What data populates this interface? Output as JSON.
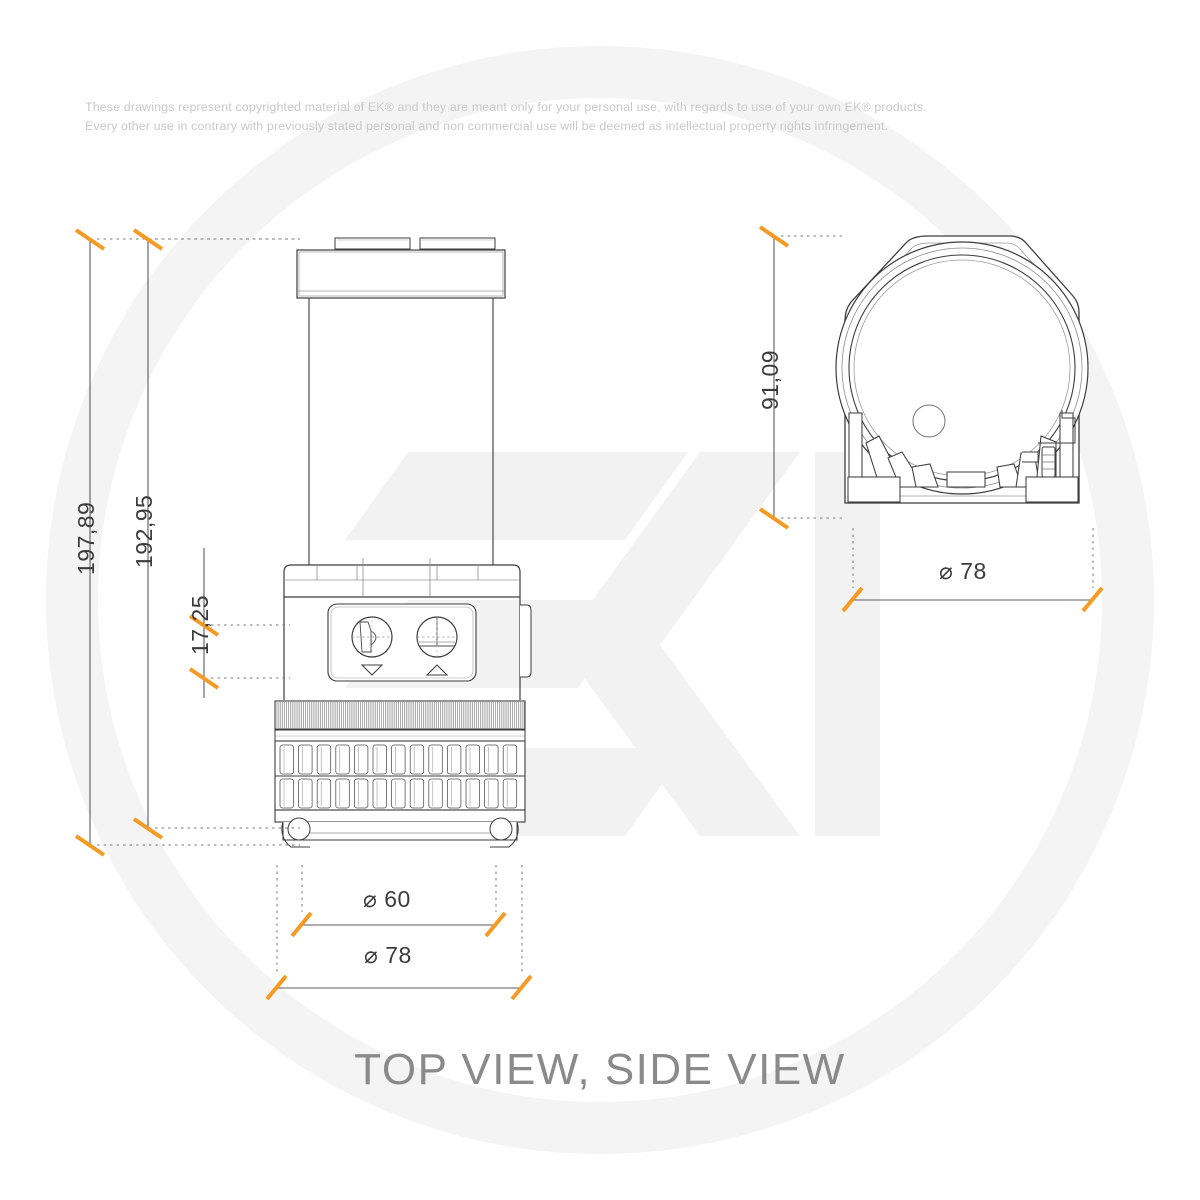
{
  "document": {
    "title": "TOP VIEW, SIDE VIEW",
    "disclaimer_line1": "These drawings represent copyrighted material of EK® and they are meant only for your personal use, with regards to use of  your own EK® products.",
    "disclaimer_line2": "Every other use in contrary with previously stated personal and non commercial use will be deemed as intellectual property rights infringement.",
    "watermark": "EK"
  },
  "colors": {
    "background": "#ffffff",
    "line": "#3d3d3d",
    "thin_line": "#6e6e6e",
    "dimension_tick": "#f59a23",
    "dimension_text": "#3b3b3b",
    "disclaimer_text": "#c9c9c9",
    "title_text": "#8a8a8a",
    "watermark": "#f2f2f2"
  },
  "dimensions": {
    "side_view": [
      {
        "name": "overall-height",
        "value": "197,89",
        "orientation": "vertical"
      },
      {
        "name": "body-height",
        "value": "192,95",
        "orientation": "vertical"
      },
      {
        "name": "port-spacing",
        "value": "17,25",
        "orientation": "vertical"
      },
      {
        "name": "inner-diameter",
        "value": "⌀ 60",
        "orientation": "horizontal"
      },
      {
        "name": "outer-diameter",
        "value": "⌀ 78",
        "orientation": "horizontal"
      }
    ],
    "top_view": [
      {
        "name": "top-view-height",
        "value": "91,09",
        "orientation": "vertical"
      },
      {
        "name": "top-view-diameter",
        "value": "⌀ 78",
        "orientation": "horizontal"
      }
    ]
  },
  "views": {
    "side_view": {
      "name": "side-view",
      "parts": [
        "reservoir-cap",
        "reservoir-tube",
        "pump-top-housing",
        "port-plate",
        "inlet-port",
        "outlet-port",
        "knurled-ring",
        "vent-slots",
        "base-feet"
      ]
    },
    "top_view": {
      "name": "top-view",
      "parts": [
        "outer-shell",
        "outer-ring",
        "inner-ring",
        "fill-port-circle",
        "cooling-fins",
        "cable-connector"
      ]
    }
  }
}
